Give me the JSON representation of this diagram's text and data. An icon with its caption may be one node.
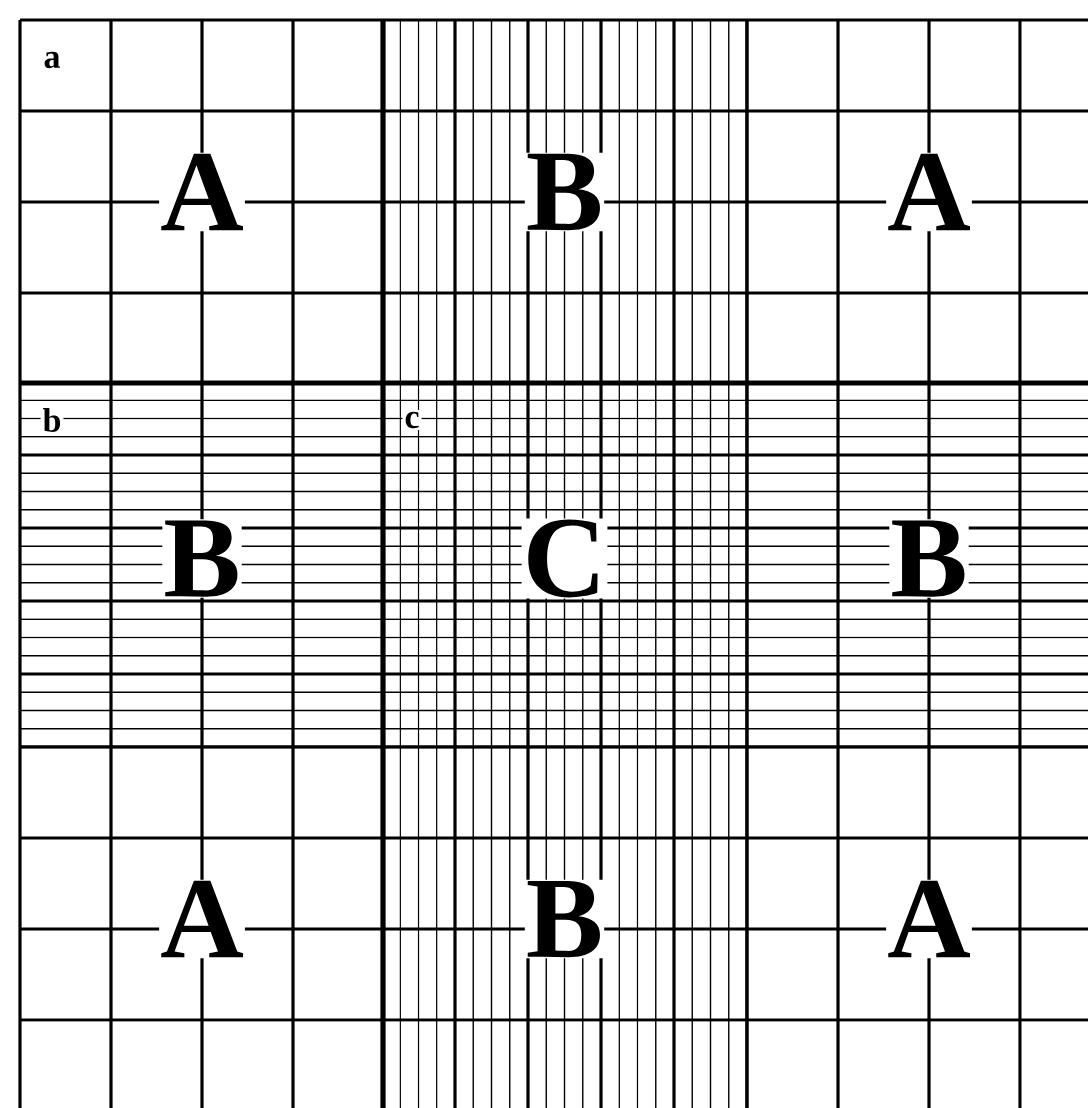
{
  "diagram": {
    "labels": [
      "a",
      "A",
      "B",
      "A",
      "b",
      "c",
      "B",
      "C",
      "B",
      "A",
      "B",
      "A"
    ]
  }
}
